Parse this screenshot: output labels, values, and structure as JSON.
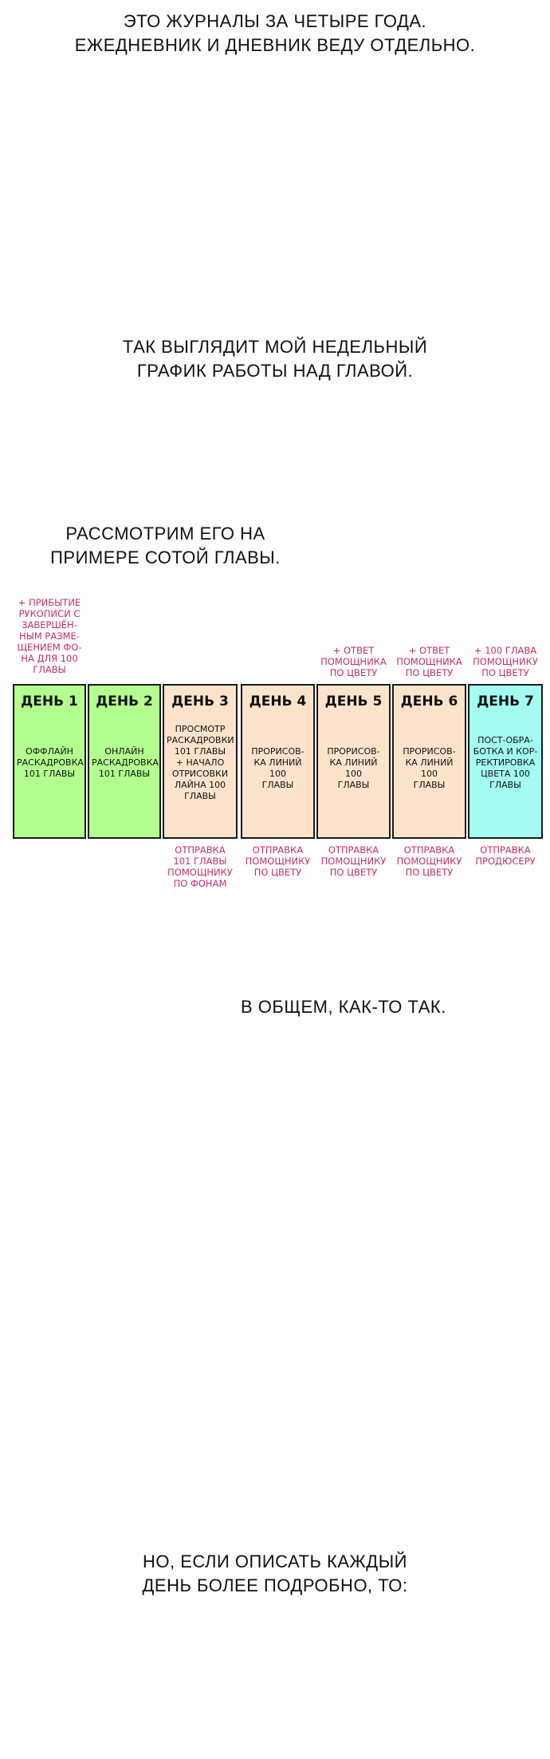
{
  "captions": {
    "c1": "ЭТО ЖУРНАЛЫ ЗА ЧЕТЫРЕ ГОДА.\nЕЖЕДНЕВНИК И ДНЕВНИК ВЕДУ ОТДЕЛЬНО.",
    "c2": "ТАК ВЫГЛЯДИТ МОЙ НЕДЕЛЬНЫЙ\nГРАФИК РАБОТЫ НАД ГЛАВОЙ.",
    "c3": "РАССМОТРИМ ЕГО НА\nПРИМЕРЕ СОТОЙ ГЛАВЫ.",
    "c4": "В ОБЩЕМ, КАК-ТО ТАК.",
    "c5": "НО, ЕСЛИ ОПИСАТЬ КАЖДЫЙ\nДЕНЬ БОЛЕЕ ПОДРОБНО, ТО:"
  },
  "colors": {
    "green": "#b3ff8f",
    "peach": "#fbe3cc",
    "cyan": "#a3fbf1",
    "pink_text": "#c0306a"
  },
  "schedule": {
    "days": [
      {
        "title": "ДЕНЬ 1",
        "task": "ОФФЛАЙН\nРАСКАДРОВКА\n101 ГЛАВЫ",
        "color": "green",
        "note_top": "+ ПРИБЫТИЕ\nРУКОПИСИ С\nЗАВЕРШЁН-\nНЫМ РАЗМЕ-\nЩЕНИЕМ ФО-\nНА ДЛЯ 100\nГЛАВЫ",
        "note_bottom": ""
      },
      {
        "title": "ДЕНЬ 2",
        "task": "ОНЛАЙН\nРАСКАДРОВКА\n101 ГЛАВЫ",
        "color": "green",
        "note_top": "",
        "note_bottom": ""
      },
      {
        "title": "ДЕНЬ 3",
        "task": "ПРОСМОТР\nРАСКАДРОВКИ\n101 ГЛАВЫ\n+ НАЧАЛО\nОТРИСОВКИ\nЛАЙНА 100\nГЛАВЫ",
        "color": "peach",
        "note_top": "",
        "note_bottom": "ОТПРАВКА\n101 ГЛАВЫ\nПОМОЩНИКУ\nПО ФОНАМ"
      },
      {
        "title": "ДЕНЬ 4",
        "task": "ПРОРИСОВ-\nКА ЛИНИЙ 100\nГЛАВЫ",
        "color": "peach",
        "note_top": "",
        "note_bottom": "ОТПРАВКА\nПОМОЩНИКУ\nПО ЦВЕТУ"
      },
      {
        "title": "ДЕНЬ 5",
        "task": "ПРОРИСОВ-\nКА ЛИНИЙ 100\nГЛАВЫ",
        "color": "peach",
        "note_top": "+ ОТВЕТ\nПОМОЩНИКА\nПО ЦВЕТУ",
        "note_bottom": "ОТПРАВКА\nПОМОЩНИКУ\nПО ЦВЕТУ"
      },
      {
        "title": "ДЕНЬ 6",
        "task": "ПРОРИСОВ-\nКА ЛИНИЙ 100\nГЛАВЫ",
        "color": "peach",
        "note_top": "+ ОТВЕТ\nПОМОЩНИКА\nПО ЦВЕТУ",
        "note_bottom": "ОТПРАВКА\nПОМОЩНИКУ\nПО ЦВЕТУ"
      },
      {
        "title": "ДЕНЬ 7",
        "task": "ПОСТ-ОБРА-\nБОТКА И КОР-\nРЕКТИРОВКА\nЦВЕТА 100\nГЛАВЫ",
        "color": "cyan",
        "note_top": "+ 100 ГЛАВА\nПОМОЩНИКУ\nПО ЦВЕТУ",
        "note_bottom": "ОТПРАВКА\nПРОДЮСЕРУ"
      }
    ]
  }
}
